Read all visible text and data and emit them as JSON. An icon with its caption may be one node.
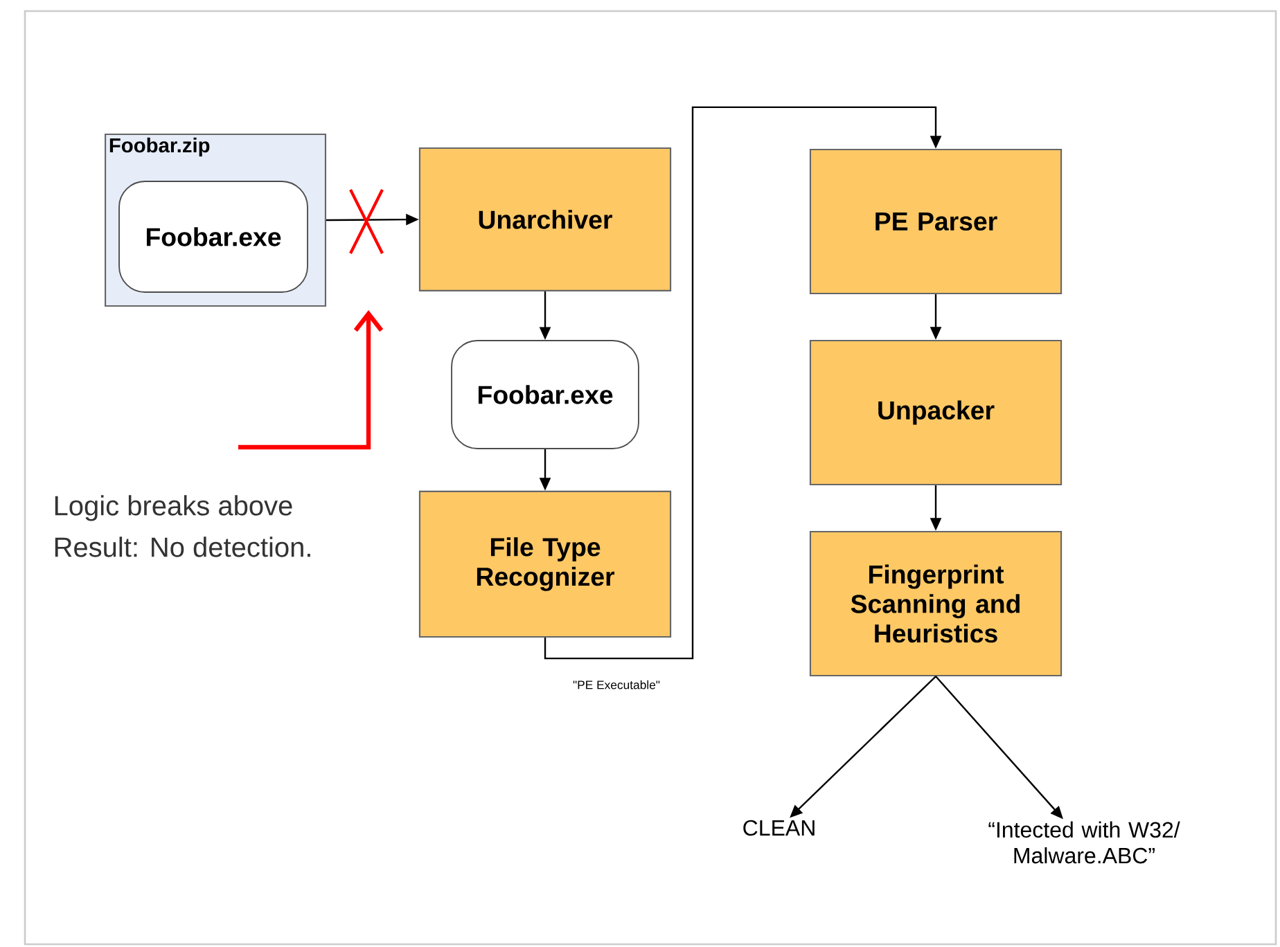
{
  "diagram": {
    "nodes": [
      {
        "text": [
          "Foobar.zip"
        ]
      },
      {
        "text": [
          "Foobar.exe"
        ],
        "in": 0
      },
      {
        "text": [
          "Unarchiver"
        ]
      },
      {
        "text": [
          "Foobar.exe"
        ]
      },
      {
        "text": [
          "File Type Recognizer"
        ]
      },
      {
        "text": [
          "PE Parser"
        ]
      },
      {
        "text": [
          "Unpacker"
        ]
      },
      {
        "text": [
          "Fingerprint Scanning and Heuristics"
        ]
      },
      {
        "text": [
          "CLEAN"
        ]
      },
      {
        "text": [
          "“Intected with W32/ Malware.ABC”"
        ]
      }
    ],
    "edges": [
      {
        "from": 0,
        "to": 2,
        "arrow": "to"
      },
      {
        "from": 2,
        "to": 3,
        "arrow": "to"
      },
      {
        "from": 3,
        "to": 4,
        "arrow": "to"
      },
      {
        "from": 4,
        "to": 5,
        "arrow": "to",
        "label": "\"PE Executable\""
      },
      {
        "from": 5,
        "to": 6,
        "arrow": "to"
      },
      {
        "from": 6,
        "to": 7,
        "arrow": "to"
      },
      {
        "from": 7,
        "to": 8,
        "arrow": "to"
      },
      {
        "from": 7,
        "to": 9,
        "arrow": "to"
      }
    ],
    "labels": [
      "Logic breaks above",
      "Result: No detection."
    ]
  }
}
